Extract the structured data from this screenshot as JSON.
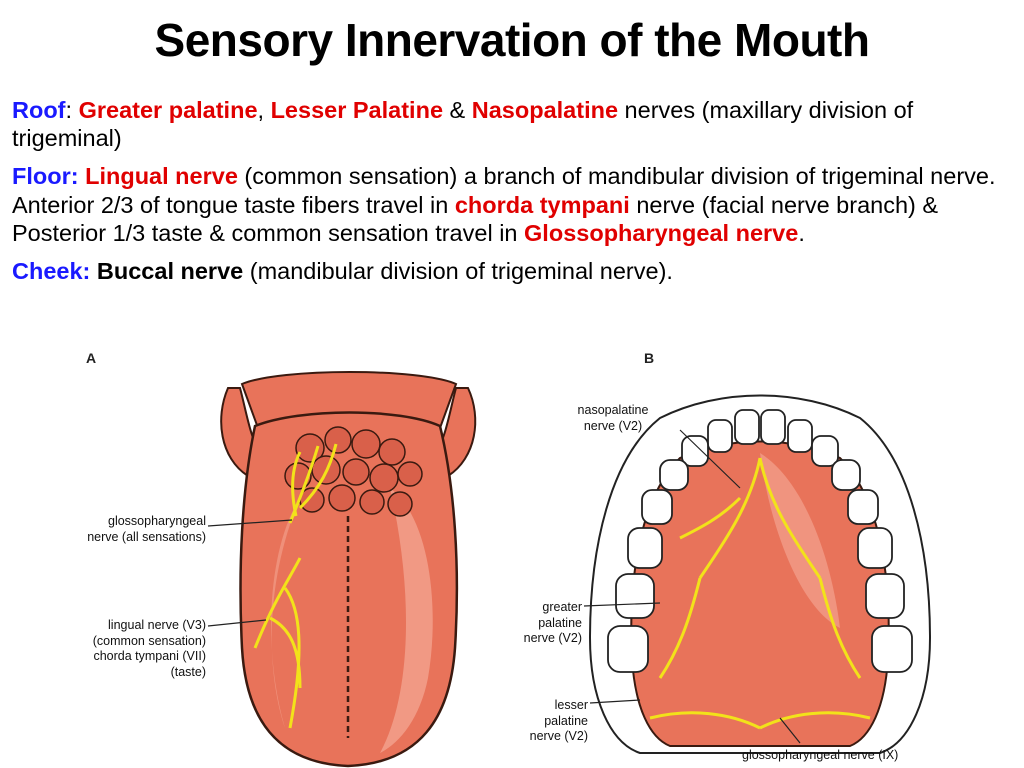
{
  "title": "Sensory Innervation of the Mouth",
  "roof": {
    "label": "Roof",
    "colon": ": ",
    "n1": "Greater palatine",
    "sep1": ", ",
    "n2": "Lesser Palatine",
    "sep2": " & ",
    "n3": "Nasopalatine",
    "rest": " nerves (maxillary division of trigeminal)"
  },
  "floor": {
    "label": "Floor:",
    "n1": " Lingual nerve",
    "t1": " (common sensation) a branch of mandibular division of trigeminal nerve. Anterior 2/3 of tongue taste fibers travel in ",
    "n2": "chorda tympani",
    "t2": " nerve (facial nerve branch) & Posterior 1/3 taste & common sensation travel in ",
    "n3": "Glossopharyngeal nerve",
    "t3": "."
  },
  "cheek": {
    "label": "Cheek:",
    "n1": " Buccal nerve",
    "rest": " (mandibular division of trigeminal nerve)."
  },
  "figure": {
    "panel_a": "A",
    "panel_b": "B",
    "labels_a": {
      "glosso_1": "glossopharyngeal",
      "glosso_2": "nerve (all sensations)",
      "lingual_1": "lingual nerve (V3)",
      "lingual_2": "(common sensation)",
      "lingual_3": "chorda tympani (VII)",
      "lingual_4": "(taste)"
    },
    "labels_b": {
      "naso_1": "nasopalatine",
      "naso_2": "nerve (V2)",
      "greater_1": "greater",
      "greater_2": "palatine",
      "greater_3": "nerve (V2)",
      "lesser_1": "lesser",
      "lesser_2": "palatine",
      "lesser_3": "nerve (V2)",
      "glosso_b": "glossopharyngeal nerve (IX)"
    }
  },
  "colors": {
    "blue": "#1a1aff",
    "red": "#e00000",
    "tissue": "#e8735a",
    "tissue_light": "#f3a38f",
    "nerve": "#f2e21a"
  }
}
